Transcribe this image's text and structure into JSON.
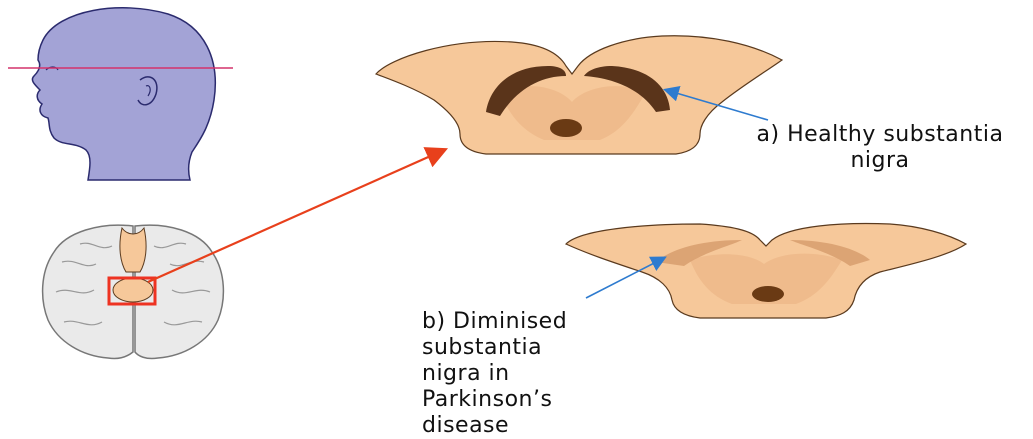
{
  "labels": {
    "healthy": {
      "line1": "a) Healthy substantia",
      "line2": "nigra"
    },
    "diminished": {
      "lines": [
        "b) Diminised",
        "substantia",
        "nigra in",
        "Parkinson’s",
        "disease"
      ]
    }
  },
  "colors": {
    "head_fill": "#a3a3d6",
    "head_stroke": "#2b2b6e",
    "cut_line": "#d4336b",
    "midbrain_fill": "#f6c89a",
    "midbrain_stroke": "#5a3a1e",
    "substantia_healthy": "#5a341a",
    "substantia_diminished": "#d9a070",
    "aqueduct": "#6a3a14",
    "pointer_arrow": "#e8401c",
    "label_arrow": "#2e7bcf",
    "brain_fill": "#eaeaea",
    "brain_stroke": "#777777",
    "highlight_box": "#ee3322"
  }
}
